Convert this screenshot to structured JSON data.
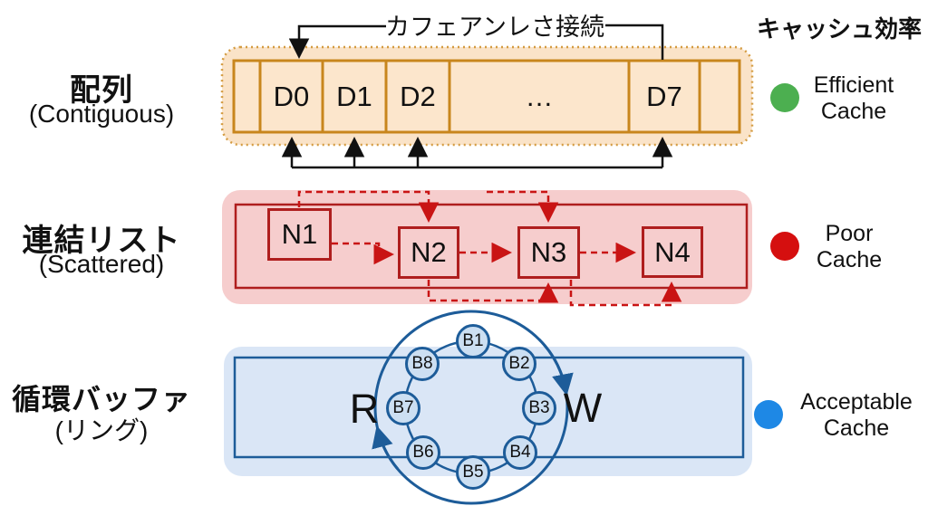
{
  "header": {
    "connection_label": "カフェアンレさ接続",
    "legend_title": "キャッシュ効率"
  },
  "rows": [
    {
      "title": "配列",
      "subtitle": "(Contiguous)"
    },
    {
      "title": "連結リスト",
      "subtitle": "(Scattered)"
    },
    {
      "title": "循環バッファ",
      "subtitle": "(リング)"
    }
  ],
  "array_diagram": {
    "cells": [
      "",
      "D0",
      "D1",
      "D2",
      "…",
      "D7",
      ""
    ]
  },
  "linked_list_diagram": {
    "nodes": [
      "N1",
      "N2",
      "N3",
      "N4"
    ]
  },
  "ring_diagram": {
    "buffers": [
      "B1",
      "B2",
      "B3",
      "B4",
      "B5",
      "B6",
      "B7",
      "B8"
    ],
    "read_pointer": "R",
    "write_pointer": "W"
  },
  "legend": {
    "items": [
      {
        "label": "Efficient Cache",
        "color": "#4CAF50"
      },
      {
        "label": "Poor Cache",
        "color": "#D50F0F"
      },
      {
        "label": "Acceptable Cache",
        "color": "#1E88E5"
      }
    ]
  },
  "colors": {
    "array_accent": "#C8861D",
    "array_fill": "#FAE3C8",
    "list_accent": "#AF1E1E",
    "list_arrow": "#C91414",
    "list_fill": "#F6CDCD",
    "ring_accent": "#1D5C99",
    "ring_fill": "#DAE6F6",
    "arrow_black": "#111111"
  }
}
